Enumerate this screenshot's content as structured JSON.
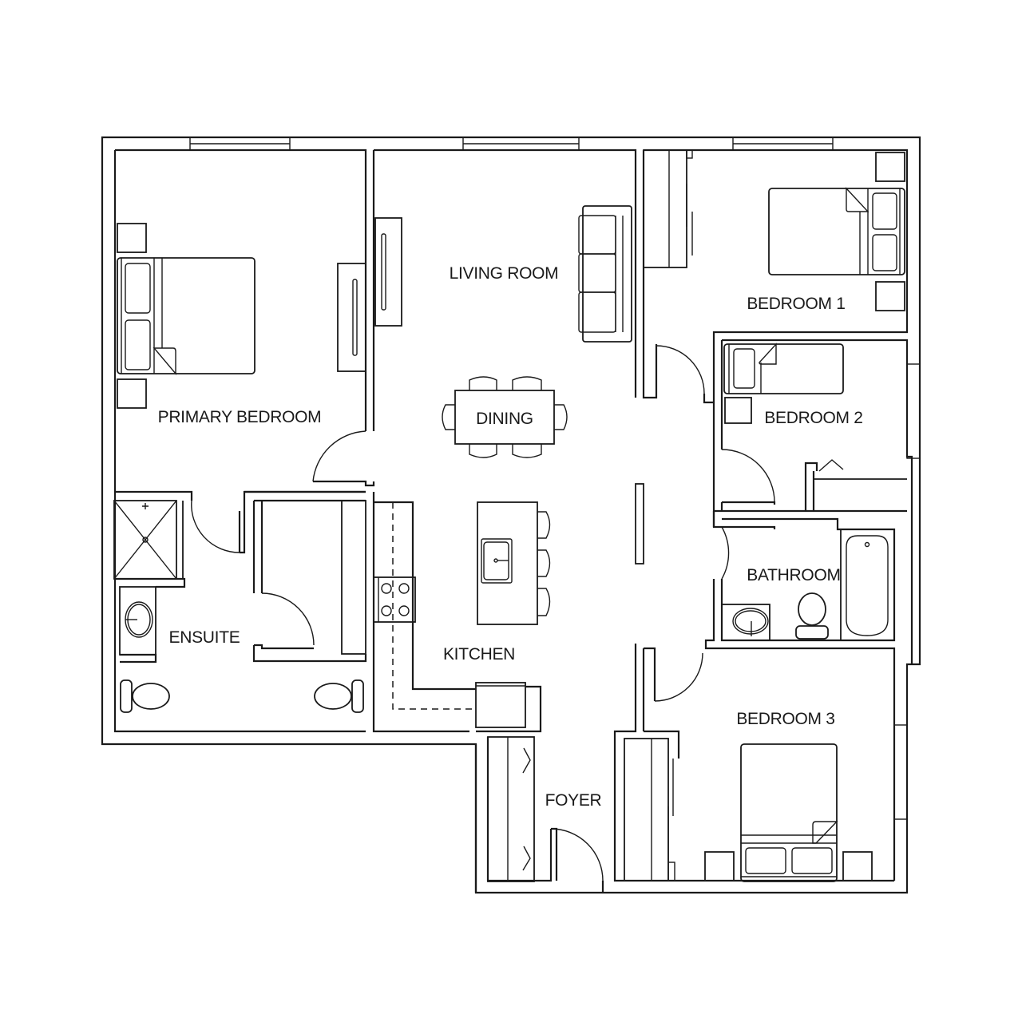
{
  "plan": {
    "line_color": "#1a1a1a",
    "background": "#ffffff",
    "rooms": {
      "primary_bedroom": "PRIMARY BEDROOM",
      "living_room": "LIVING ROOM",
      "dining": "DINING",
      "bedroom_1": "BEDROOM 1",
      "bedroom_2": "BEDROOM 2",
      "bathroom": "BATHROOM",
      "ensuite": "ENSUITE",
      "kitchen": "KITCHEN",
      "foyer": "FOYER",
      "bedroom_3": "BEDROOM 3"
    }
  }
}
